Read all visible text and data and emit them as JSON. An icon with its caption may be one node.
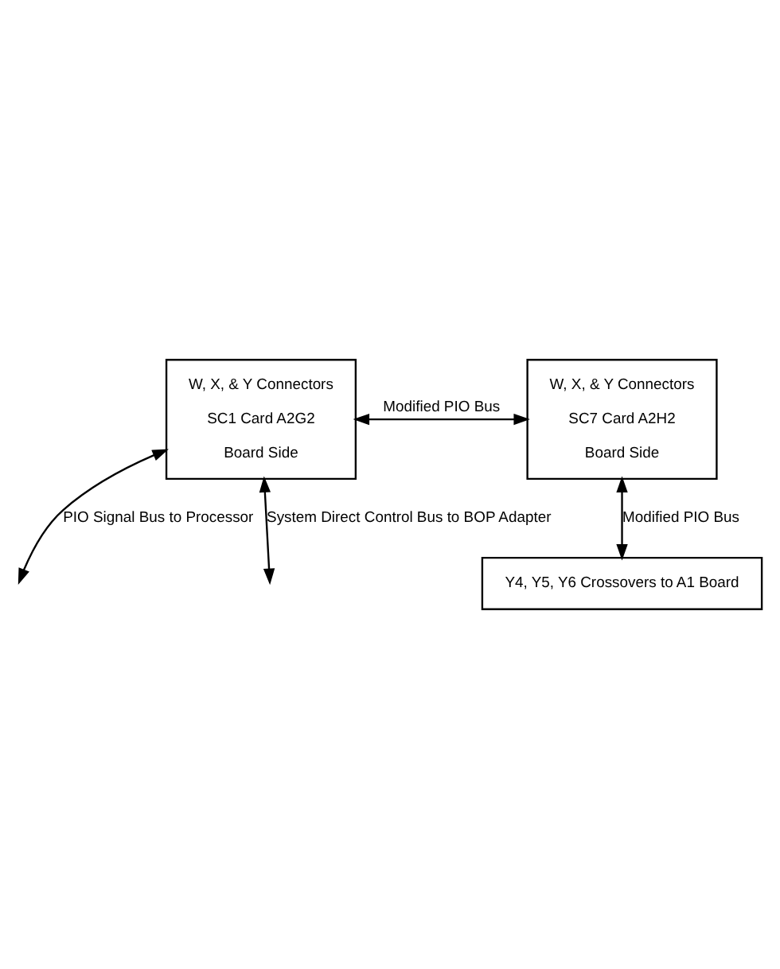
{
  "diagram": {
    "nodes": [
      {
        "text": [
          "W, X, & Y Connectors",
          "SC1 Card A2G2",
          "Board Side"
        ]
      },
      {
        "text": [
          "W, X, & Y Connectors",
          "SC7 Card A2H2",
          "Board Side"
        ]
      },
      {
        "text": [
          "Y4, Y5, Y6 Crossovers to A1 Board"
        ]
      }
    ],
    "edges": [
      {
        "from": 0,
        "to": 1,
        "arrow": "both",
        "label": "Modified PIO Bus"
      },
      {
        "from": 0,
        "to": null,
        "arrow": "both",
        "label": "PIO Signal Bus to Processor"
      },
      {
        "from": 0,
        "to": null,
        "arrow": "both",
        "label": "System Direct Control Bus to BOP Adapter"
      },
      {
        "from": 1,
        "to": 2,
        "arrow": "both",
        "label": "Modified PIO Bus"
      }
    ]
  }
}
